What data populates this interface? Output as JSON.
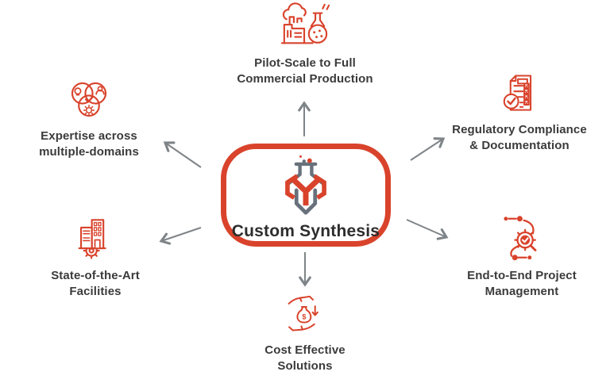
{
  "diagram": {
    "center": {
      "title": "Custom Synthesis",
      "logo": "flask-monogram-logo"
    },
    "items": [
      {
        "name": "pilot-scale-to-full-commercial-production",
        "icon": "factory-flask-icon",
        "position": "top",
        "lines": [
          "Pilot-Scale to Full",
          "Commercial Production"
        ]
      },
      {
        "name": "regulatory-compliance-documentation",
        "icon": "checklist-document-icon",
        "position": "top-right",
        "lines": [
          "Regulatory Compliance",
          "& Documentation"
        ]
      },
      {
        "name": "end-to-end-project-management",
        "icon": "process-gear-check-icon",
        "position": "bottom-right",
        "lines": [
          "End-to-End Project",
          "Management"
        ]
      },
      {
        "name": "cost-effective-solutions",
        "icon": "hands-money-bag-icon",
        "icon_glyph": "$",
        "position": "bottom",
        "lines": [
          "Cost Effective",
          "Solutions"
        ]
      },
      {
        "name": "state-of-the-art-facilities",
        "icon": "buildings-gear-icon",
        "position": "bottom-left",
        "lines": [
          "State-of-the-Art",
          "Facilities"
        ]
      },
      {
        "name": "expertise-across-multiple-domains",
        "icon": "venn-expertise-icon",
        "position": "top-left",
        "lines": [
          "Expertise across",
          "multiple-domains"
        ]
      }
    ],
    "colors": {
      "accent_red": "#D9432C",
      "logo_gray": "#68717B",
      "arrow_gray": "#7E8487",
      "label_text": "#3B3B3B",
      "background": "#FFFFFF"
    }
  }
}
